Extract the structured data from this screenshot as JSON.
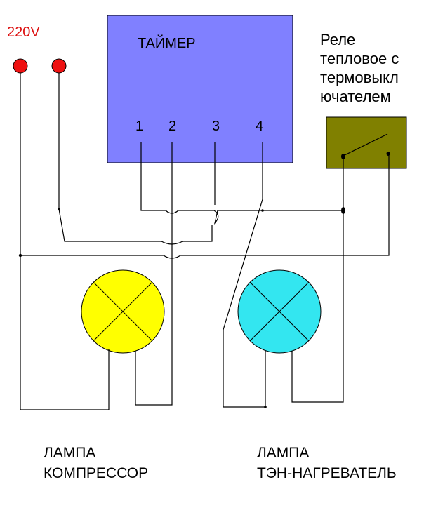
{
  "supply": {
    "voltage_label": "220V",
    "terminal_color": "#ee1111",
    "voltage_color": "#dd1111"
  },
  "timer": {
    "title": "ТАЙМЕР",
    "fill": "#8080ff",
    "terminals": [
      "1",
      "2",
      "3",
      "4"
    ]
  },
  "relay": {
    "label_lines": [
      "Реле",
      "тепловое с",
      "термовыкл",
      "ючателем"
    ],
    "fill": "#808000"
  },
  "lamps": [
    {
      "label_lines": [
        "ЛАМПА",
        "КОМПРЕССОР"
      ],
      "fill": "#ffff00"
    },
    {
      "label_lines": [
        "ЛАМПА",
        "ТЭН-НАГРЕВАТЕЛЬ"
      ],
      "fill": "#33e6f0"
    }
  ]
}
